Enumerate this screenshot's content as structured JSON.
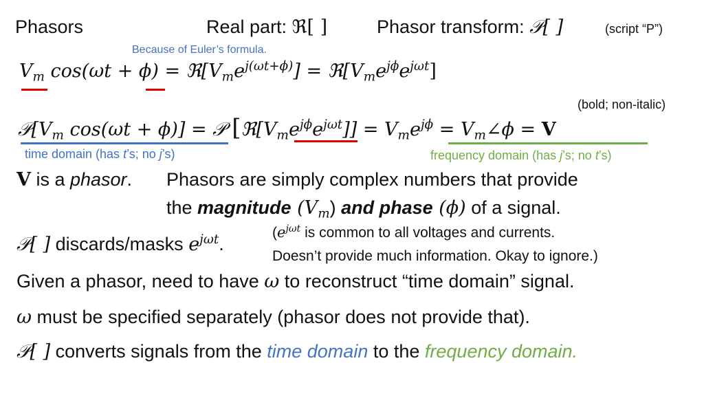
{
  "header": {
    "title": "Phasors",
    "real_part_label": "Real part:",
    "real_part_symbol": "ℜ[ ]",
    "transform_label": "Phasor transform:",
    "transform_symbol": "𝒫[ ]",
    "script_note": "(script “P”)"
  },
  "euler_note": "Because of Euler’s formula.",
  "eq1": {
    "lhs": "V",
    "lhs_sub": "m",
    "lhs_rest": " cos(ωt + ϕ) = ℜ[V",
    "mid_sub": "m",
    "mid_e": "e",
    "mid_sup": "j(ωt+ϕ)",
    "mid_rest": "] = ℜ[V",
    "rhs_sub": "m",
    "rhs_e1": "e",
    "rhs_sup1": "jϕ",
    "rhs_e2": "e",
    "rhs_sup2": "jωt",
    "rhs_close": "]"
  },
  "bold_note": "(bold; non-italic)",
  "eq2": {
    "part1": "𝒫[V",
    "sub1": "m",
    "part2": " cos(ωt + ϕ)] = 𝒫 ",
    "part3": "ℜ[V",
    "sub2": "m",
    "e1": "e",
    "sup1": "jϕ",
    "e2": "e",
    "sup2": "jωt",
    "part4": "]] = V",
    "sub3": "m",
    "e3": "e",
    "sup3": "jϕ",
    "part5": " = V",
    "sub4": "m",
    "part6": "∠ϕ = ",
    "bold_v": "V"
  },
  "labels": {
    "time_domain_pre": "time domain (has ",
    "time_domain_t": "t",
    "time_domain_mid": "’s; no ",
    "time_domain_j": "j",
    "time_domain_post": "’s)",
    "freq_domain_pre": "frequency domain (has ",
    "freq_domain_j": "j",
    "freq_domain_mid": "’s; no ",
    "freq_domain_t": "t",
    "freq_domain_post": "’s)"
  },
  "body": {
    "v_bold": "V",
    "is_a": " is a ",
    "phasor_word": "phasor",
    "period": ".",
    "phasors_line1": "Phasors are simply complex numbers that provide",
    "line2_pre": "the ",
    "magnitude": "magnitude",
    "vm_open": " (V",
    "vm_sub": "m",
    "vm_close": ") ",
    "and_phase": "and phase",
    "phi_paren": " (ϕ)",
    "line2_post": " of a signal.",
    "discards_symbol": "𝒫[ ]",
    "discards_text": " discards/masks ",
    "discards_e": "e",
    "discards_sup": "jωt",
    "discards_dot": ".",
    "paren_open": "(",
    "paren_e": "e",
    "paren_sup": "jωt",
    "paren_rest": " is common to all voltages and currents.",
    "paren_line2": "Doesn’t provide much information.  Okay to ignore.)",
    "given_pre": "Given a phasor, need to have ",
    "given_omega": "ω",
    "given_post": " to reconstruct “time domain” signal.",
    "omega": "ω",
    "omega_text": " must be specified separately (phasor does not provide that).",
    "converts_symbol": "𝒫[ ]",
    "converts_text": " converts signals from the ",
    "time_domain": "time domain",
    "to_the": " to the ",
    "frequency_domain": "frequency domain."
  },
  "colors": {
    "blue": "#4472c4",
    "green": "#70ad47",
    "red": "#e00000"
  }
}
